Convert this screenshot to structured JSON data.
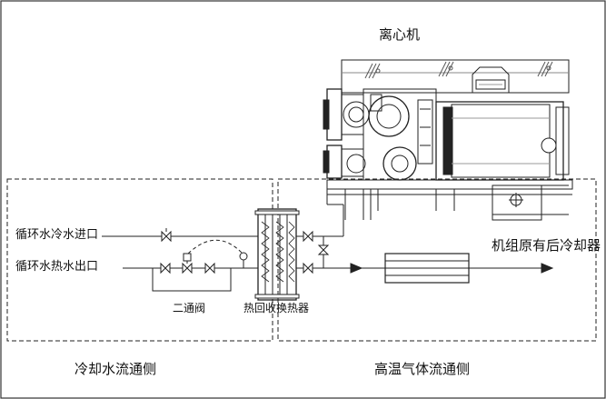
{
  "labels": {
    "chiller": "离心机",
    "cooling_inlet": "循环水冷水进口",
    "hot_outlet": "循环水热水出口",
    "two_way_valve": "二通阀",
    "heat_recovery_exchanger": "热回收换热器",
    "unit_condenser": "机组原有后冷却器",
    "cooling_side": "冷却水流通侧",
    "hot_gas_side": "高温气体流通侧"
  }
}
